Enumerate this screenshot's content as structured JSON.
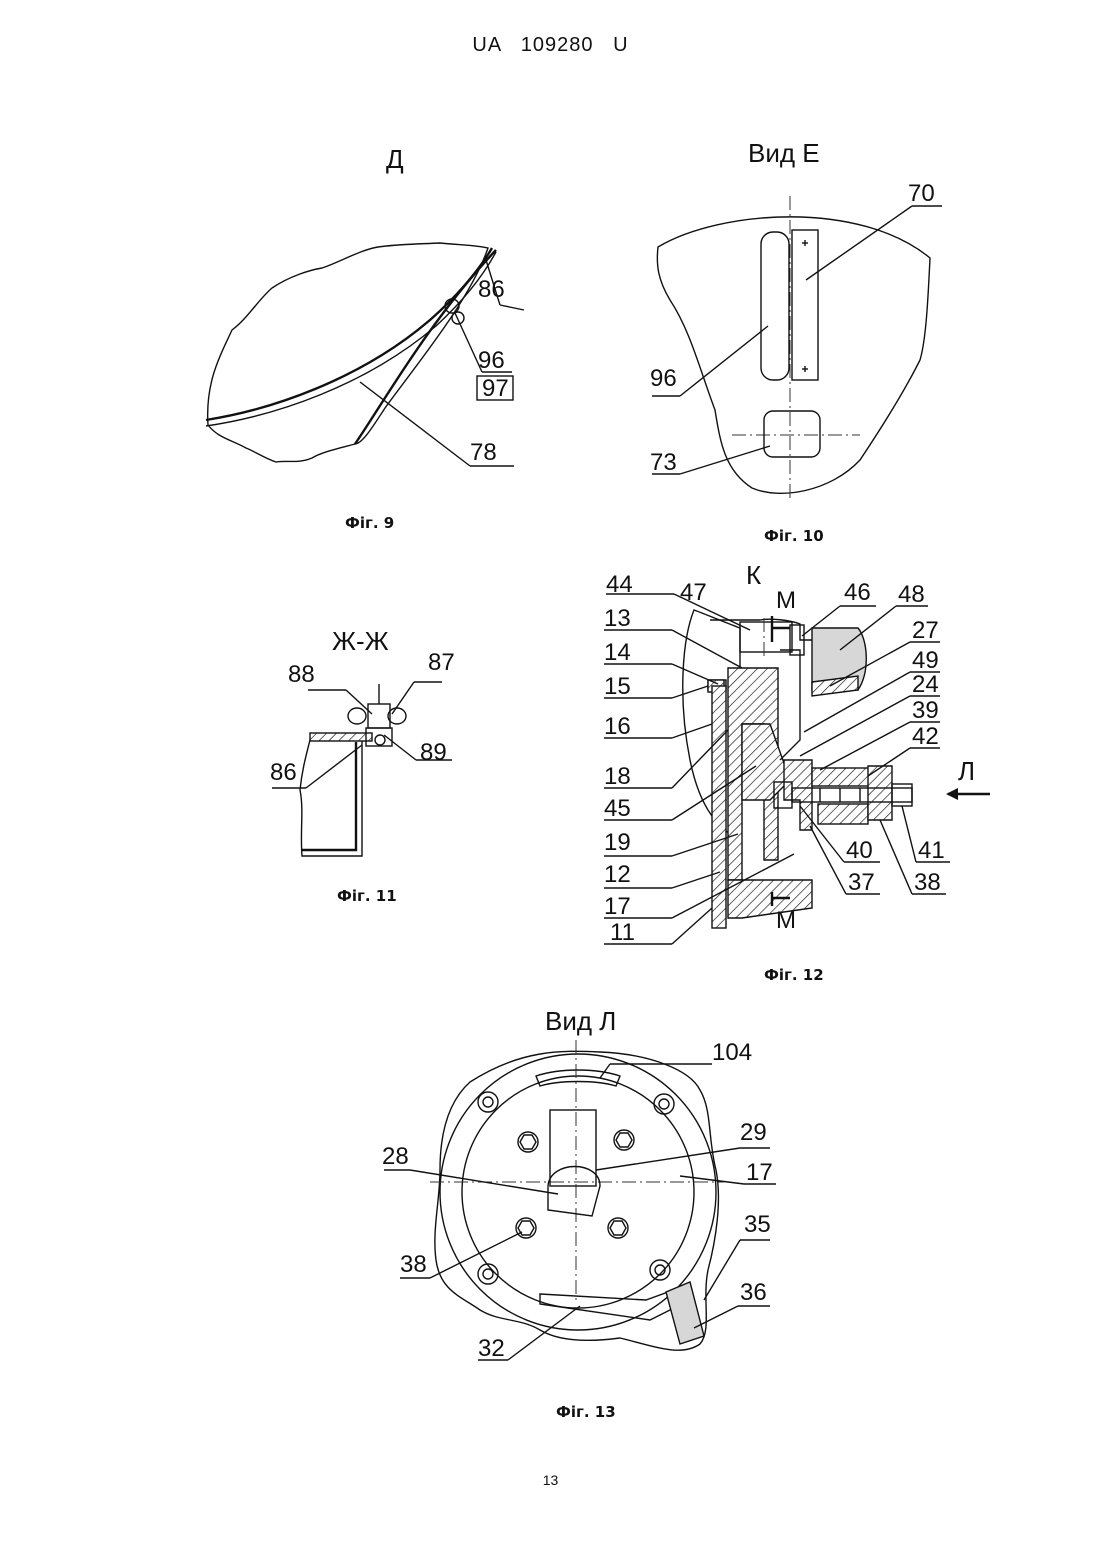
{
  "header": "UA   109280   U",
  "page_number": "13",
  "figures": {
    "fig9": {
      "title": "Д",
      "caption": "Фiг. 9",
      "labels": {
        "l86": "86",
        "l96": "96",
        "l97": "97",
        "l78": "78"
      }
    },
    "fig10": {
      "title": "Вид Е",
      "caption": "Фiг. 10",
      "labels": {
        "l70": "70",
        "l96": "96",
        "l73": "73"
      }
    },
    "fig11": {
      "title": "Ж-Ж",
      "caption": "Фiг. 11",
      "labels": {
        "l88": "88",
        "l87": "87",
        "l86": "86",
        "l89": "89"
      }
    },
    "fig12": {
      "title": "К",
      "caption": "Фiг. 12",
      "labels": {
        "l44": "44",
        "l47": "47",
        "lM1": "М",
        "l46": "46",
        "l48": "48",
        "l13": "13",
        "l27": "27",
        "l14": "14",
        "l49": "49",
        "l15": "15",
        "l24": "24",
        "l16": "16",
        "l39": "39",
        "l42": "42",
        "lL": "Л",
        "l18": "18",
        "l45": "45",
        "l19": "19",
        "l40": "40",
        "l41": "41",
        "l12": "12",
        "l37": "37",
        "l38": "38",
        "l17": "17",
        "l11": "11",
        "lM2": "М"
      }
    },
    "fig13": {
      "title": "Вид Л",
      "caption": "Фiг. 13",
      "labels": {
        "l104": "104",
        "l29": "29",
        "l28": "28",
        "l17": "17",
        "l35": "35",
        "l38": "38",
        "l36": "36",
        "l32": "32"
      }
    }
  }
}
